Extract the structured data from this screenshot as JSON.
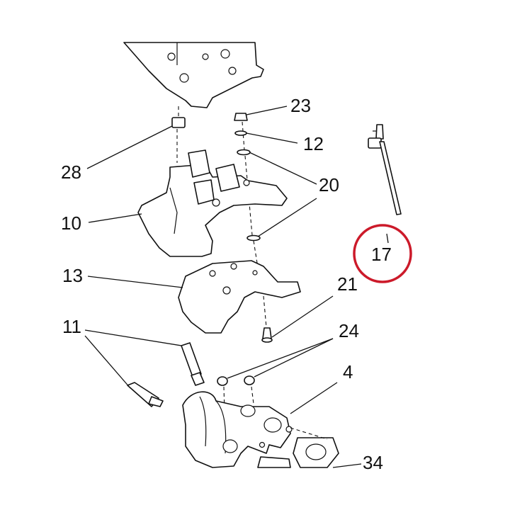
{
  "diagram": {
    "callouts": {
      "c23": "23",
      "c12": "12",
      "c20": "20",
      "c28": "28",
      "c10": "10",
      "c17": "17",
      "c13": "13",
      "c21": "21",
      "c11": "11",
      "c24": "24",
      "c4": "4",
      "c34": "34"
    },
    "highlight": {
      "label": "17",
      "color": "#cc1a2a"
    }
  }
}
